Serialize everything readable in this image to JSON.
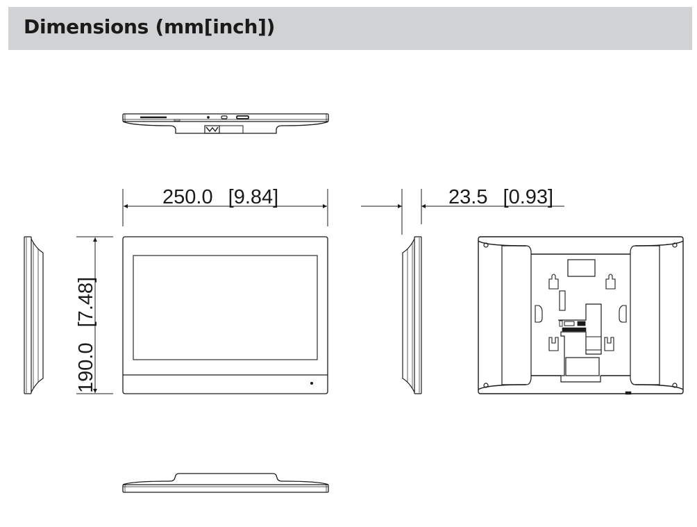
{
  "header": {
    "title": "Dimensions (mm[inch])",
    "background": "#d1d2d4"
  },
  "dimensions": {
    "width": {
      "mm": "250.0",
      "inch": "[9.84]",
      "label": "250.0  [9.84]"
    },
    "height": {
      "mm": "190.0",
      "inch": "[7.48]",
      "label": "190.0  [7.48]"
    },
    "depth": {
      "mm": "23.5",
      "inch": "[0.93]",
      "label": "23.5  [0.93]"
    }
  },
  "views": {
    "top": "top-view",
    "left_side": "left-side-view",
    "front": "front-view",
    "right_side": "right-side-view",
    "rear": "rear-view",
    "bottom": "bottom-view"
  },
  "colors": {
    "line": "#1a1a1a",
    "background": "#ffffff"
  }
}
